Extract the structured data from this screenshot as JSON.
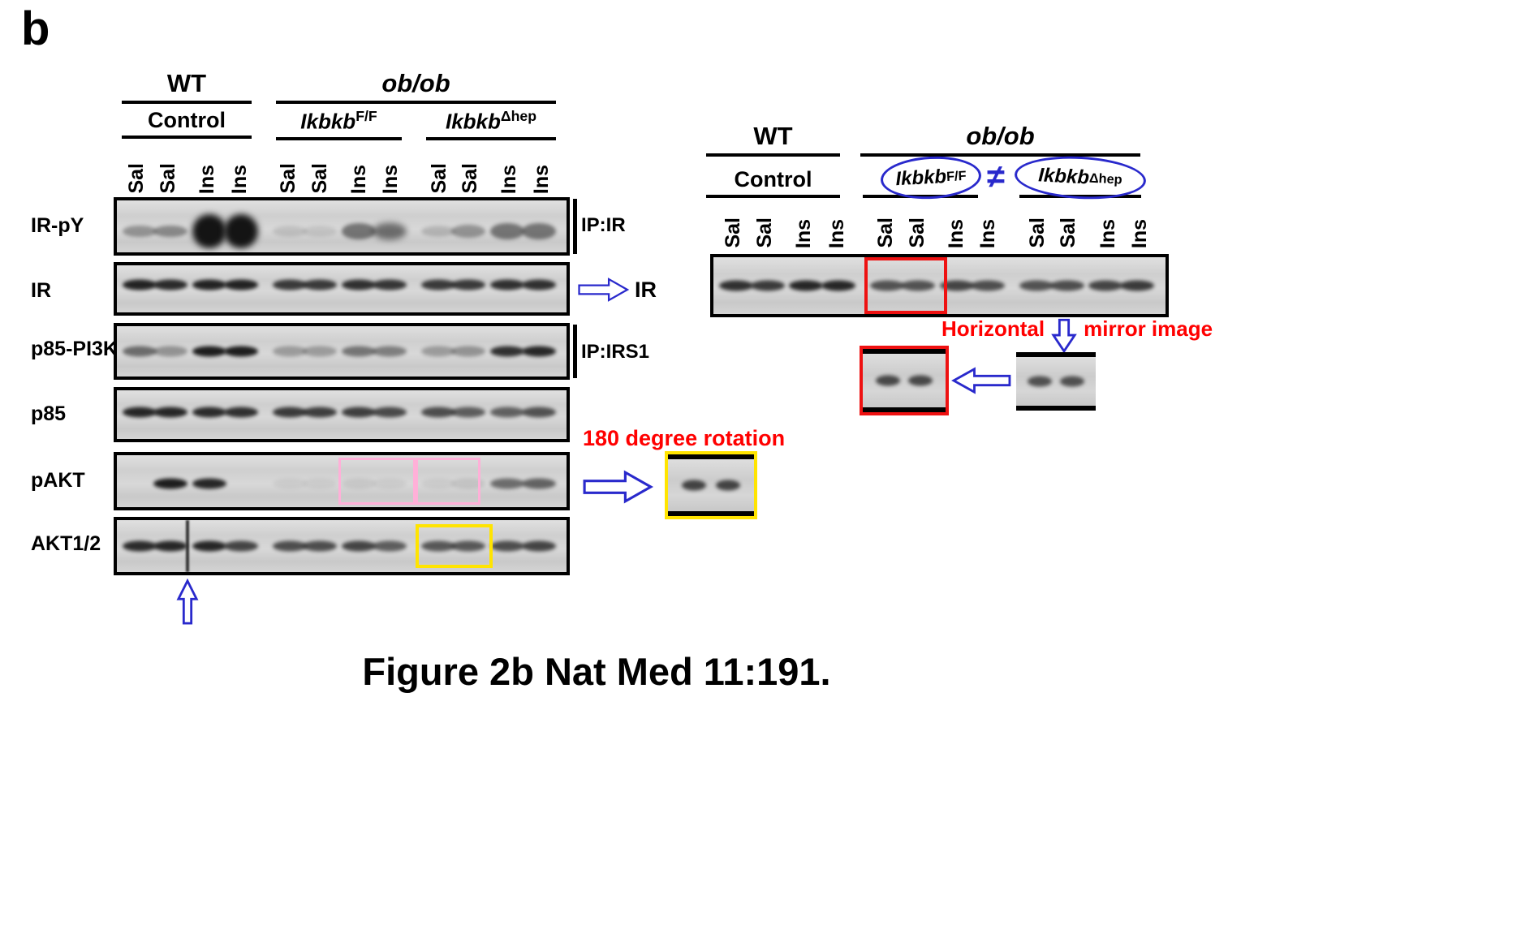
{
  "panel_label": "b",
  "caption": "Figure 2b Nat Med 11:191.",
  "colors": {
    "annotation_blue": "#2929cc",
    "annotation_red": "#ff0000",
    "highlight_yellow": "#ffe400",
    "highlight_red": "#ee1111",
    "highlight_pink": "#ffb0d8",
    "band_color": "#141414"
  },
  "left_panel": {
    "groups": [
      {
        "label": "WT"
      },
      {
        "label": "ob/ob"
      }
    ],
    "subgroups": [
      {
        "label": "Control"
      },
      {
        "base": "Ikbkb",
        "sup": "F/F"
      },
      {
        "base": "Ikbkb",
        "sup": "Δhep"
      }
    ],
    "lane_labels": [
      "Sal",
      "Sal",
      "Ins",
      "Ins",
      "Sal",
      "Sal",
      "Ins",
      "Ins",
      "Sal",
      "Sal",
      "Ins",
      "Ins"
    ],
    "rows": [
      {
        "label": "IR-pY",
        "intensities": [
          0.35,
          0.4,
          1,
          1,
          0.12,
          0.1,
          0.5,
          0.55,
          0.18,
          0.35,
          0.5,
          0.5
        ],
        "sizes": [
          1.1,
          1.1,
          3.2,
          3.2,
          1,
          1,
          1.5,
          1.6,
          1,
          1.2,
          1.5,
          1.5
        ],
        "band_y": 0.6
      },
      {
        "label": "IR",
        "intensities": [
          0.92,
          0.88,
          0.92,
          0.92,
          0.8,
          0.8,
          0.85,
          0.82,
          0.8,
          0.8,
          0.85,
          0.85
        ],
        "band_y": 0.42
      },
      {
        "label": "p85-PI3K",
        "intensities": [
          0.55,
          0.35,
          0.95,
          0.95,
          0.3,
          0.3,
          0.5,
          0.45,
          0.3,
          0.35,
          0.85,
          0.9
        ],
        "band_y": 0.5
      },
      {
        "label": "p85",
        "intensities": [
          0.9,
          0.9,
          0.88,
          0.85,
          0.8,
          0.78,
          0.78,
          0.72,
          0.7,
          0.62,
          0.6,
          0.68
        ],
        "band_y": 0.45
      },
      {
        "label": "pAKT",
        "intensities": [
          0,
          0.95,
          0.9,
          0,
          0.06,
          0.06,
          0.08,
          0.06,
          0.06,
          0.1,
          0.55,
          0.6
        ],
        "band_y": 0.55
      },
      {
        "label": "AKT1/2",
        "intensities": [
          0.88,
          0.9,
          0.9,
          0.75,
          0.7,
          0.7,
          0.75,
          0.62,
          0.65,
          0.65,
          0.7,
          0.75
        ],
        "band_y": 0.5,
        "artifact_streak_x": 15.7
      }
    ],
    "side_labels": {
      "ip_ir": "IP:IR",
      "ir_arrow_label": "IR",
      "ip_irs1": "IP:IRS1"
    },
    "rotation_note": "180 degree rotation",
    "rotation_crop": {
      "intensities": [
        0.75,
        0.75
      ],
      "band_y": 0.5
    }
  },
  "right_panel": {
    "wt": "WT",
    "obob": "ob/ob",
    "control": "Control",
    "ellipse1": {
      "base": "Ikbkb",
      "sup": "F/F"
    },
    "not_equal": "≠",
    "ellipse2": {
      "base": "Ikbkb",
      "sup": "Δhep"
    },
    "lane_labels": [
      "Sal",
      "Sal",
      "Ins",
      "Ins",
      "Sal",
      "Sal",
      "Ins",
      "Ins",
      "Sal",
      "Sal",
      "Ins",
      "Ins"
    ],
    "strip": {
      "intensities": [
        0.85,
        0.8,
        0.9,
        0.9,
        0.68,
        0.68,
        0.75,
        0.7,
        0.68,
        0.7,
        0.75,
        0.8
      ],
      "band_y": 0.5
    },
    "mirror_note": {
      "part1": "Horizontal",
      "part2": "mirror image"
    },
    "mirror_crop": {
      "intensities": [
        0.72,
        0.72
      ],
      "band_y": 0.5
    },
    "source_crop": {
      "intensities": [
        0.68,
        0.68
      ],
      "band_y": 0.5
    }
  }
}
